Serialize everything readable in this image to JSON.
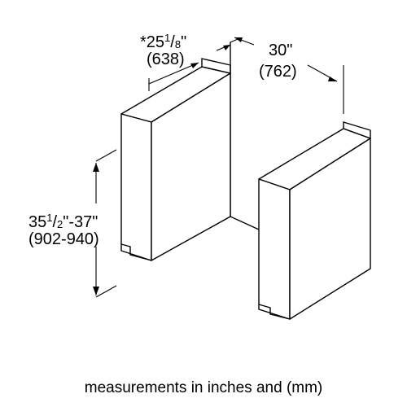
{
  "dimensions": {
    "depth": {
      "prefix": "*25",
      "sup": "1",
      "sub": "8",
      "suffix": "\"",
      "metric": "(638)"
    },
    "width": {
      "imperial": "30\"",
      "metric": "(762)"
    },
    "height": {
      "whole": "35",
      "sup": "1",
      "sub": "2",
      "suffix": "\"-37\"",
      "metric": "(902-940)"
    }
  },
  "caption": "measurements in inches and (mm)"
}
